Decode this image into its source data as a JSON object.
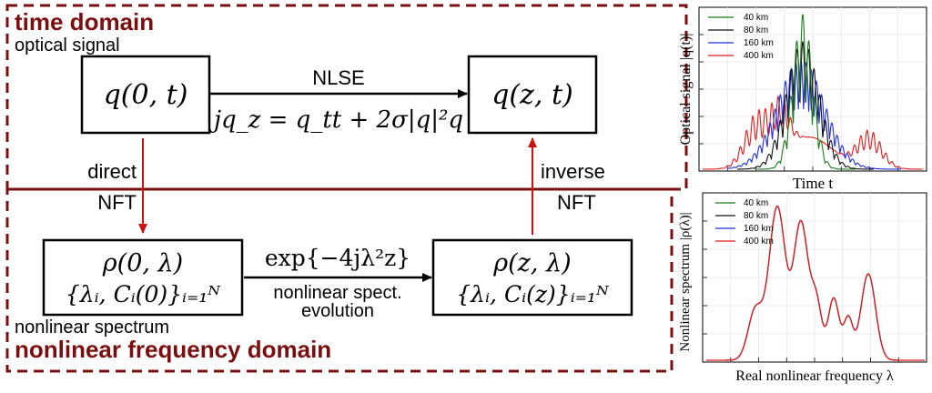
{
  "diagram": {
    "time_domain_label": "time domain",
    "optical_signal_label": "optical signal",
    "nonlinear_spectrum_label": "nonlinear spectrum",
    "nonlinear_frequency_domain_label": "nonlinear frequency domain",
    "box_q0": "q(0, t)",
    "box_qz": "q(z, t)",
    "box_rho0_line1": "ρ(0, λ)",
    "box_rho0_line2": "{λᵢ, Cᵢ(0)}ᵢ₌₁ᴺ",
    "box_rhoz_line1": "ρ(z, λ)",
    "box_rhoz_line2": "{λᵢ, Cᵢ(z)}ᵢ₌₁ᴺ",
    "nlse_label": "NLSE",
    "nlse_equation": "jq_z = q_tt + 2σ|q|²q",
    "direct_label": "direct",
    "direct_nft_label": "NFT",
    "inverse_label": "inverse",
    "inverse_nft_label": "NFT",
    "evolution_equation": "exp{−4jλ²z}",
    "evolution_label_1": "nonlinear spect.",
    "evolution_label_2": "evolution",
    "colors": {
      "frame": "#7a0f0f",
      "arrow": "#cc1111",
      "text_dark_red": "#7a0f0f"
    }
  },
  "chart_data": [
    {
      "type": "line",
      "ylabel": "Optical signal |q(t)|",
      "xlabel": "Time t",
      "grid": true,
      "legend_placement": "top-left",
      "series": [
        {
          "name": "40 km",
          "color": "#1a7a1a"
        },
        {
          "name": "80 km",
          "color": "#111111"
        },
        {
          "name": "160 km",
          "color": "#1f2fe0"
        },
        {
          "name": "400 km",
          "color": "#e11b1b"
        }
      ]
    },
    {
      "type": "line",
      "ylabel": "Nonlinear spectrum |ρ(λ)|",
      "xlabel": "Real nonlinear frequency λ",
      "grid": true,
      "legend_placement": "top-left",
      "series": [
        {
          "name": "40 km",
          "color": "#1a7a1a"
        },
        {
          "name": "80 km",
          "color": "#111111"
        },
        {
          "name": "160 km",
          "color": "#1f2fe0"
        },
        {
          "name": "400 km",
          "color": "#e11b1b"
        }
      ]
    }
  ]
}
